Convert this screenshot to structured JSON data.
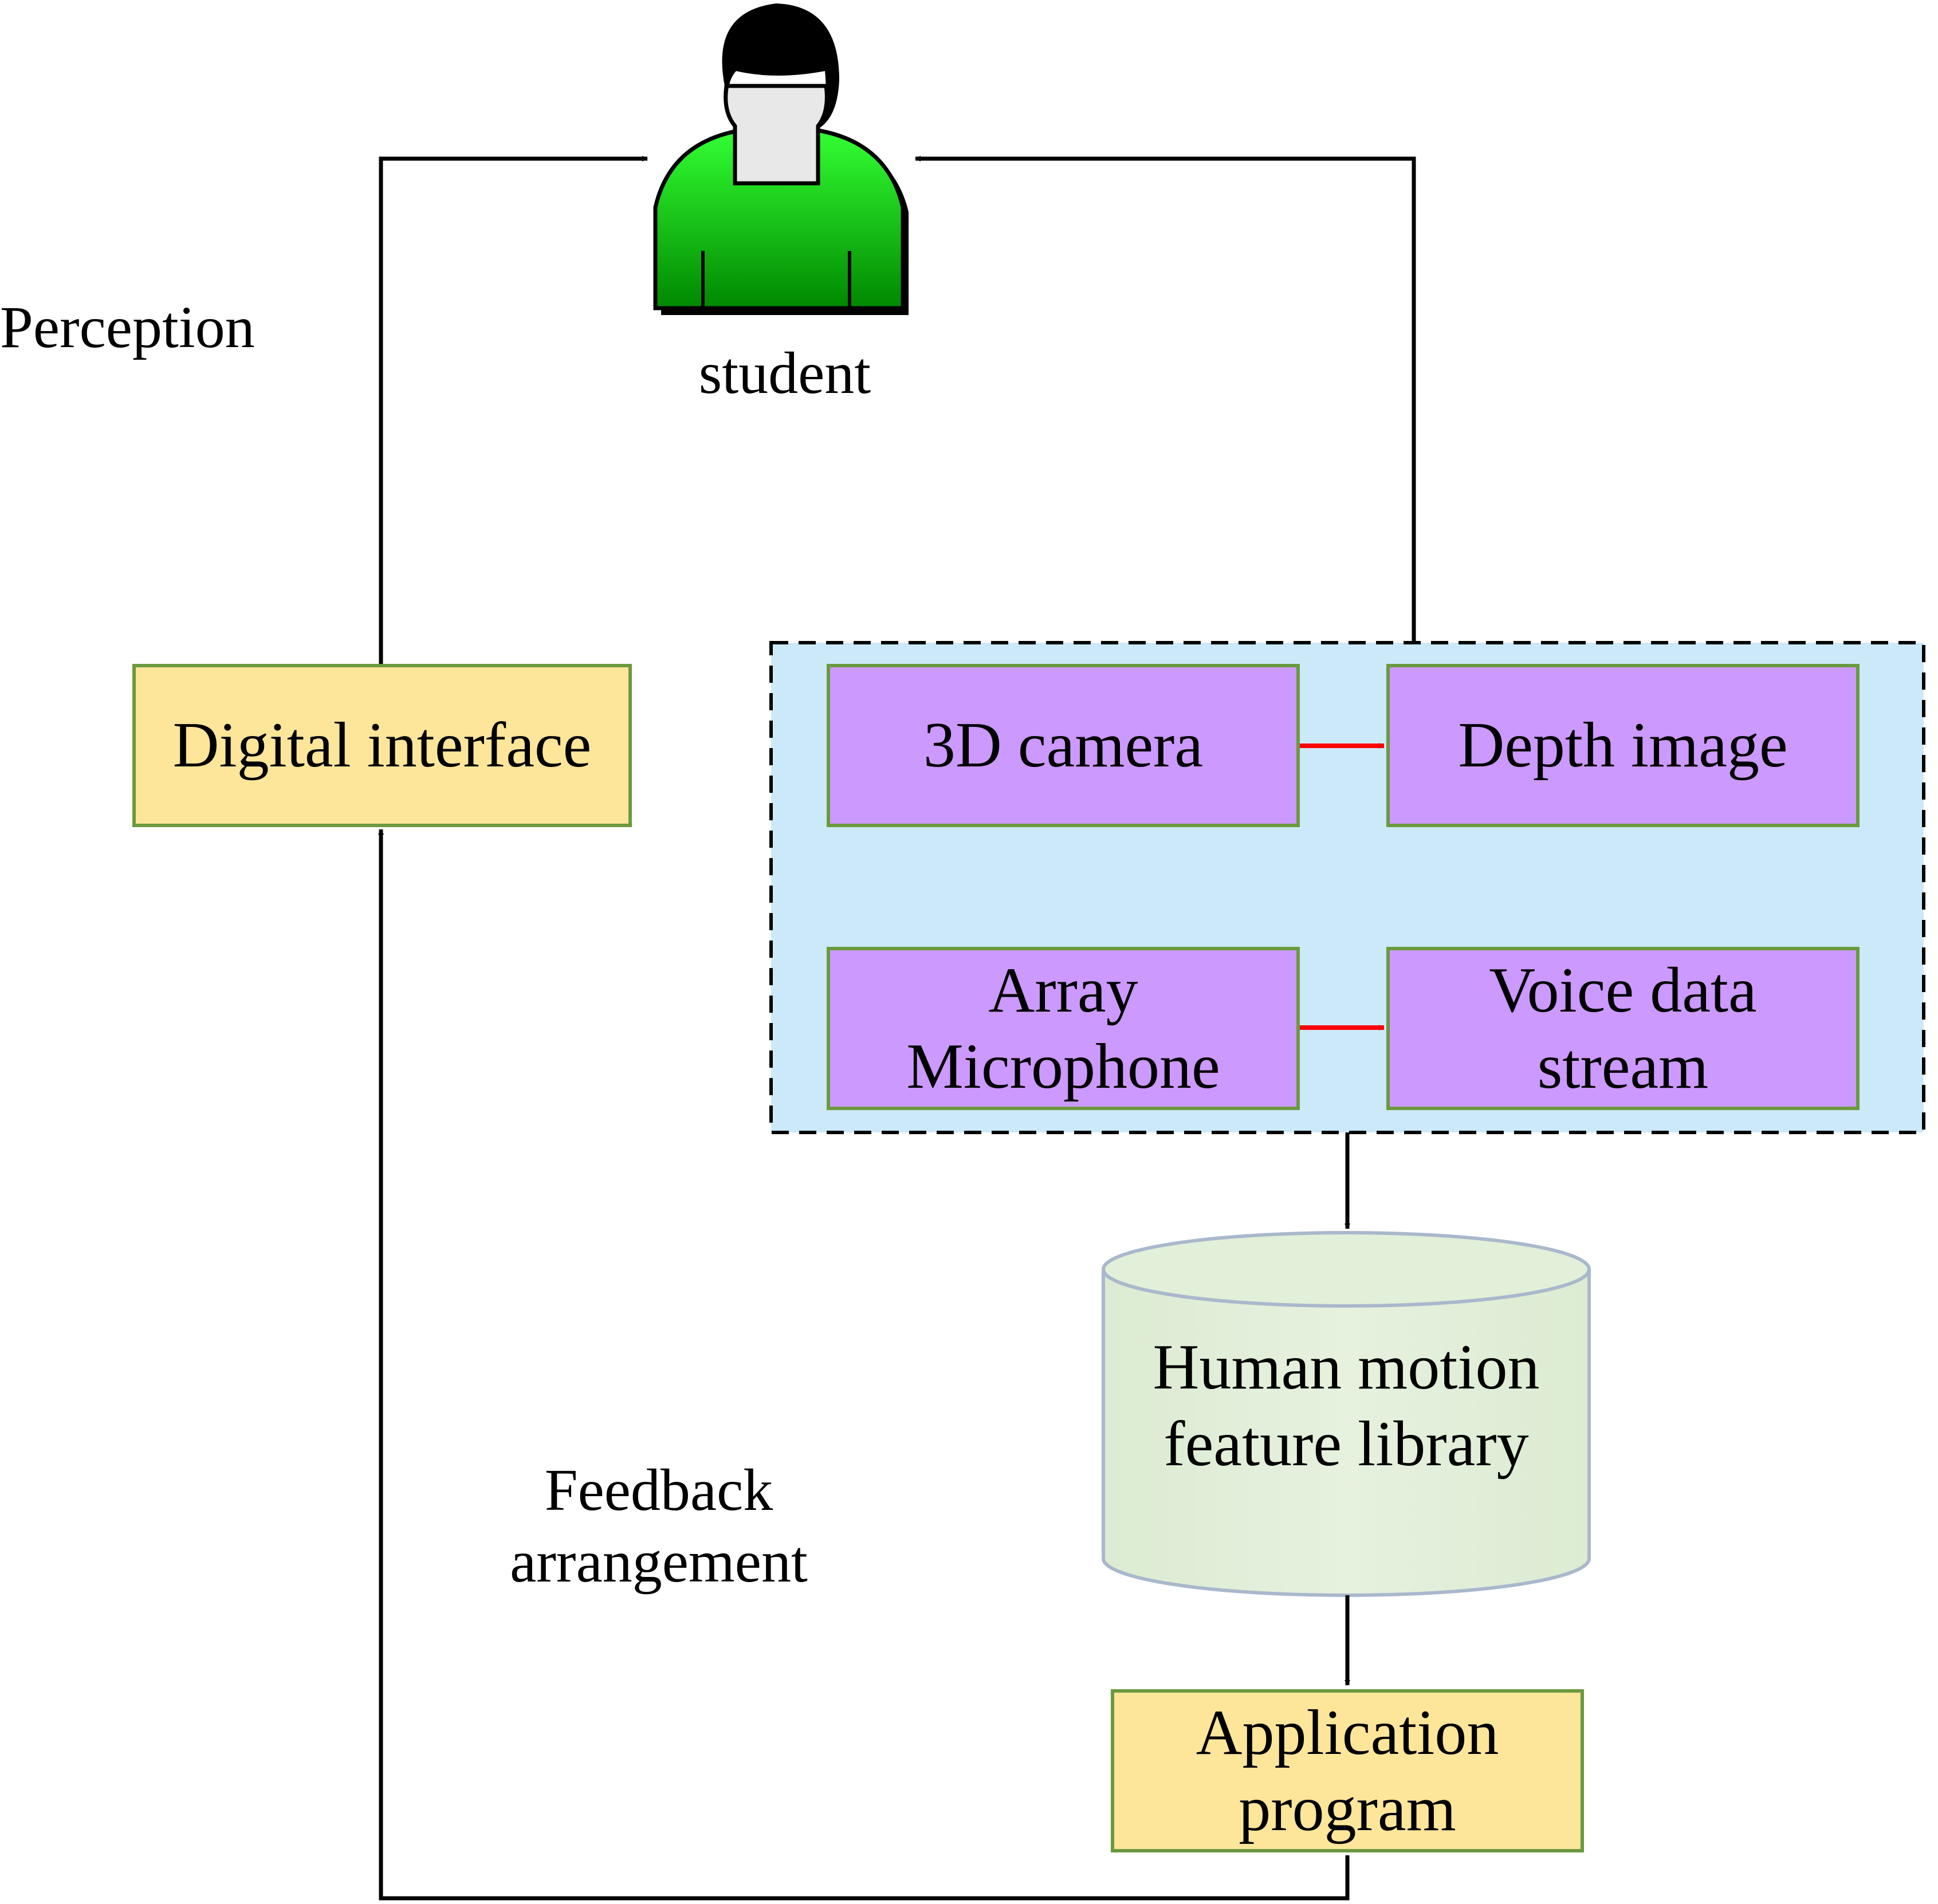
{
  "labels": {
    "perception": "Perception",
    "student": "student",
    "feedback": "Feedback\narrangement"
  },
  "nodes": {
    "digital_interface": "Digital interface",
    "camera_3d": "3D camera",
    "depth_image": "Depth image",
    "array_microphone": "Array\nMicrophone",
    "voice_stream": "Voice data\nstream",
    "feature_library": "Human motion\nfeature library",
    "application": "Application\nprogram"
  },
  "icons": {
    "student": "student-person-icon"
  },
  "colors": {
    "interface_fill": "#fde59a",
    "device_fill": "#cc99ff",
    "group_fill": "#cce9f9",
    "library_fill": "#e2efd9",
    "box_border": "#6b9a3e",
    "internal_arrow": "#ff0000",
    "flow_arrow": "#000000",
    "student_shirt": "#22dd22"
  }
}
